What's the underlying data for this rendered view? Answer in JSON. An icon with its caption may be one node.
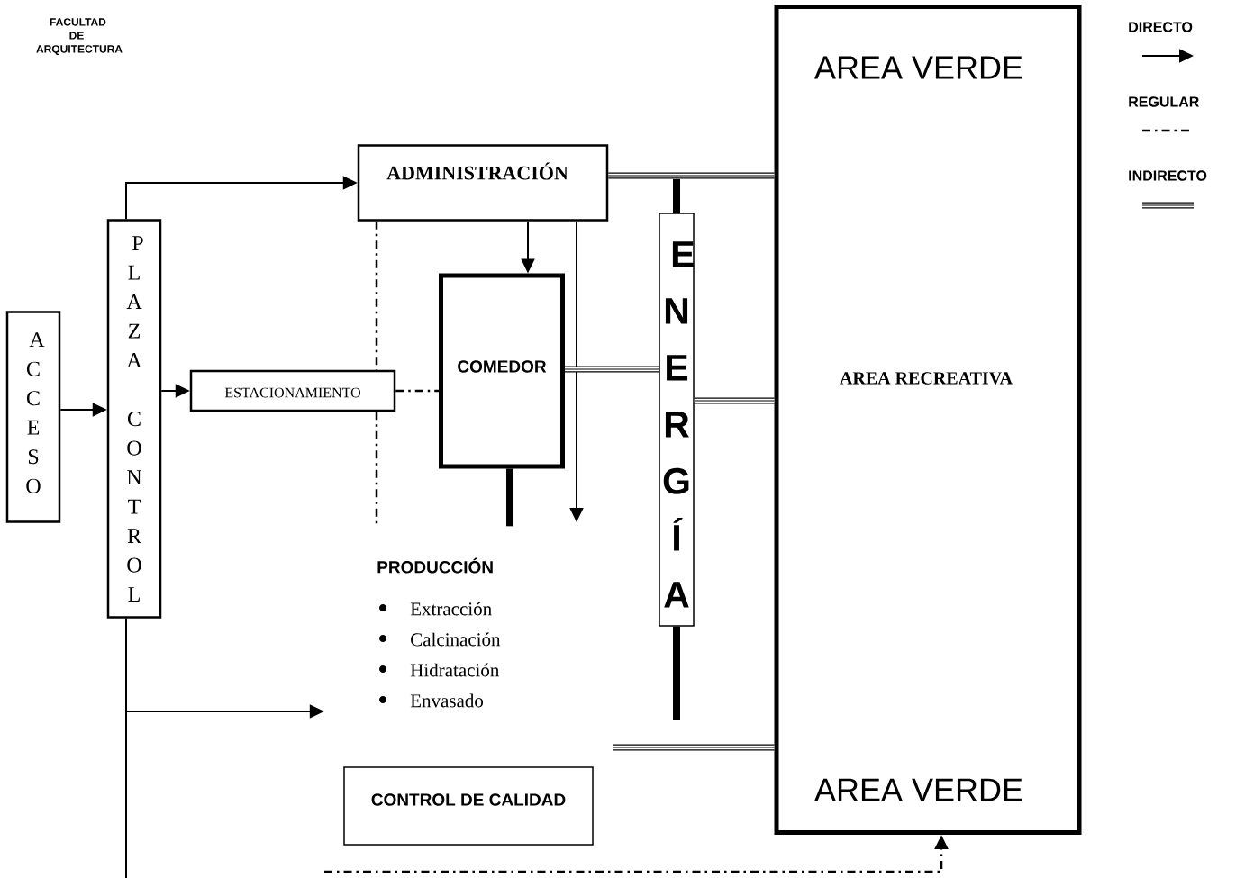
{
  "diagram": {
    "nodes": [
      {
        "text": [
          "ACCESO"
        ]
      },
      {
        "text": [
          "PLAZA CONTROL"
        ]
      },
      {
        "text": [
          "ADMINISTRACIÓN"
        ]
      },
      {
        "text": [
          "ESTACIONAMIENTO"
        ]
      },
      {
        "text": [
          "COMEDOR"
        ]
      },
      {
        "text": [
          "ENERGÍA"
        ]
      },
      {
        "text": [
          "PRODUCCIÓN",
          "Extracción",
          "Calcinación",
          "Hidratación",
          "Envasado"
        ]
      },
      {
        "text": [
          "CONTROL DE CALIDAD"
        ]
      },
      {
        "text": [
          "AREA VERDE",
          "AREA RECREATIVA",
          "AREA VERDE"
        ]
      }
    ],
    "edges": [
      {
        "from": 0,
        "to": 1,
        "arrow": "to"
      },
      {
        "from": 1,
        "to": 2,
        "arrow": "to"
      },
      {
        "from": 1,
        "to": 3,
        "arrow": "to"
      },
      {
        "from": 1,
        "to": 6,
        "arrow": "to"
      },
      {
        "from": 1,
        "to": null,
        "arrow": "none"
      },
      {
        "from": 2,
        "to": 4,
        "arrow": "to"
      },
      {
        "from": 2,
        "to": null,
        "arrow": "to"
      },
      {
        "from": 2,
        "to": 3,
        "arrow": "none",
        "style": "dashed"
      },
      {
        "from": 3,
        "to": 6,
        "arrow": "none",
        "style": "dashed"
      },
      {
        "from": 3,
        "to": 4,
        "arrow": "none",
        "style": "dashed"
      },
      {
        "from": 2,
        "to": 8,
        "arrow": "none",
        "style": "thick"
      },
      {
        "from": 5,
        "to": null,
        "arrow": "none",
        "style": "thick"
      },
      {
        "from": 4,
        "to": 5,
        "arrow": "none",
        "style": "thick"
      },
      {
        "from": 5,
        "to": 8,
        "arrow": "none",
        "style": "thick"
      },
      {
        "from": 4,
        "to": 6,
        "arrow": "none",
        "style": "thick"
      },
      {
        "from": 5,
        "to": null,
        "arrow": "none",
        "style": "thick"
      },
      {
        "from": null,
        "to": 8,
        "arrow": "none",
        "style": "thick"
      },
      {
        "from": null,
        "to": 8,
        "arrow": "to",
        "style": "dashed"
      }
    ],
    "labels": [
      "FACULTAD DE ARQUITECTURA"
    ],
    "legend": [
      {
        "text": "DIRECTO"
      },
      {
        "text": "REGULAR"
      },
      {
        "text": "INDIRECTO"
      }
    ]
  }
}
